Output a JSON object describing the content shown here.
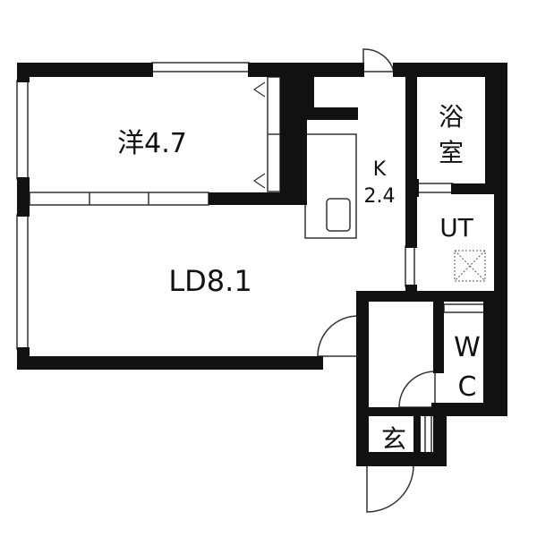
{
  "rooms": {
    "western": {
      "label": "洋4.7"
    },
    "kitchen": {
      "label_line1": "K",
      "label_line2": "2.4"
    },
    "bath": {
      "label_line1": "浴",
      "label_line2": "室"
    },
    "utility": {
      "label": "UT"
    },
    "living_dining": {
      "label": "LD8.1"
    },
    "toilet": {
      "label_line1": "W",
      "label_line2": "C"
    },
    "entrance": {
      "label": "玄"
    }
  },
  "colors": {
    "wall": "#111111",
    "line": "#333333",
    "background": "#ffffff"
  }
}
